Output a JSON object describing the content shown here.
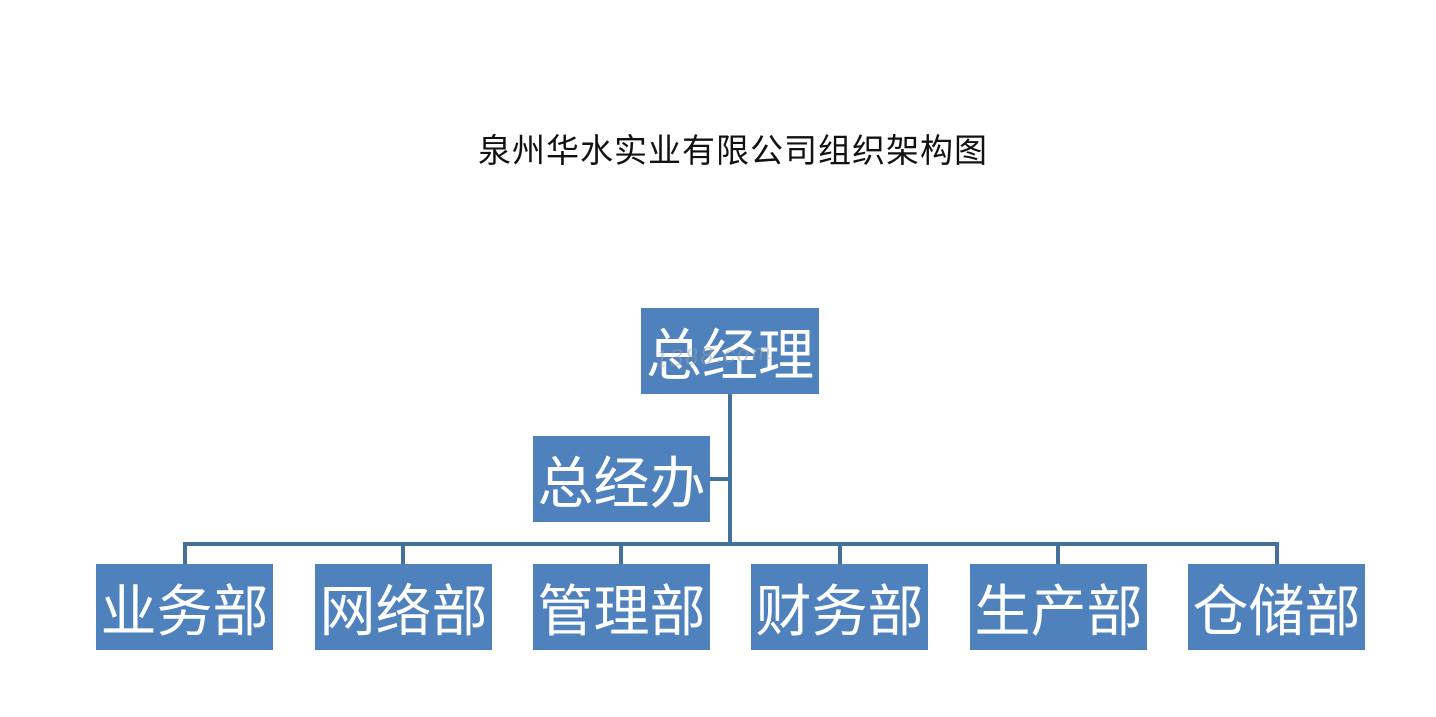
{
  "title": "泉州华水实业有限公司组织架构图",
  "colors": {
    "box_fill": "#4f81bd",
    "connector": "#41719c",
    "box_text": "#ffffff",
    "title_text": "#111111"
  },
  "org_chart": {
    "top": {
      "label": "总经理"
    },
    "assistant": {
      "label": "总经办"
    },
    "departments": [
      {
        "label": "业务部"
      },
      {
        "label": "网络部"
      },
      {
        "label": "管理部"
      },
      {
        "label": "财务部"
      },
      {
        "label": "生产部"
      },
      {
        "label": "仓储部"
      }
    ]
  }
}
